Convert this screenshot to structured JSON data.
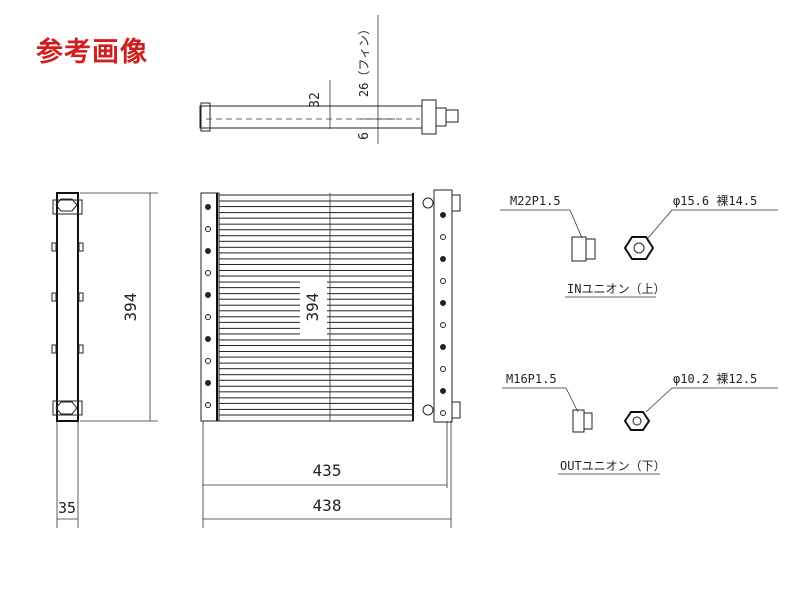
{
  "title": "参考画像",
  "top_view": {
    "dim_fin_height": "26（フィン）",
    "dim_total_height": "32",
    "dim_offset": "6"
  },
  "side_view": {
    "dim_height": "394",
    "dim_width": "35"
  },
  "front_view": {
    "dim_core_height": "394",
    "dim_core_width": "435",
    "dim_total_width": "438"
  },
  "in_union": {
    "thread_label": "M22P1.5",
    "size_label": "φ15.6 裸14.5",
    "caption": "INユニオン（上）"
  },
  "out_union": {
    "thread_label": "M16P1.5",
    "size_label": "φ10.2 裸12.5",
    "caption": "OUTユニオン（下）"
  },
  "colors": {
    "title": "#d11f1f",
    "lines": "#222222"
  }
}
